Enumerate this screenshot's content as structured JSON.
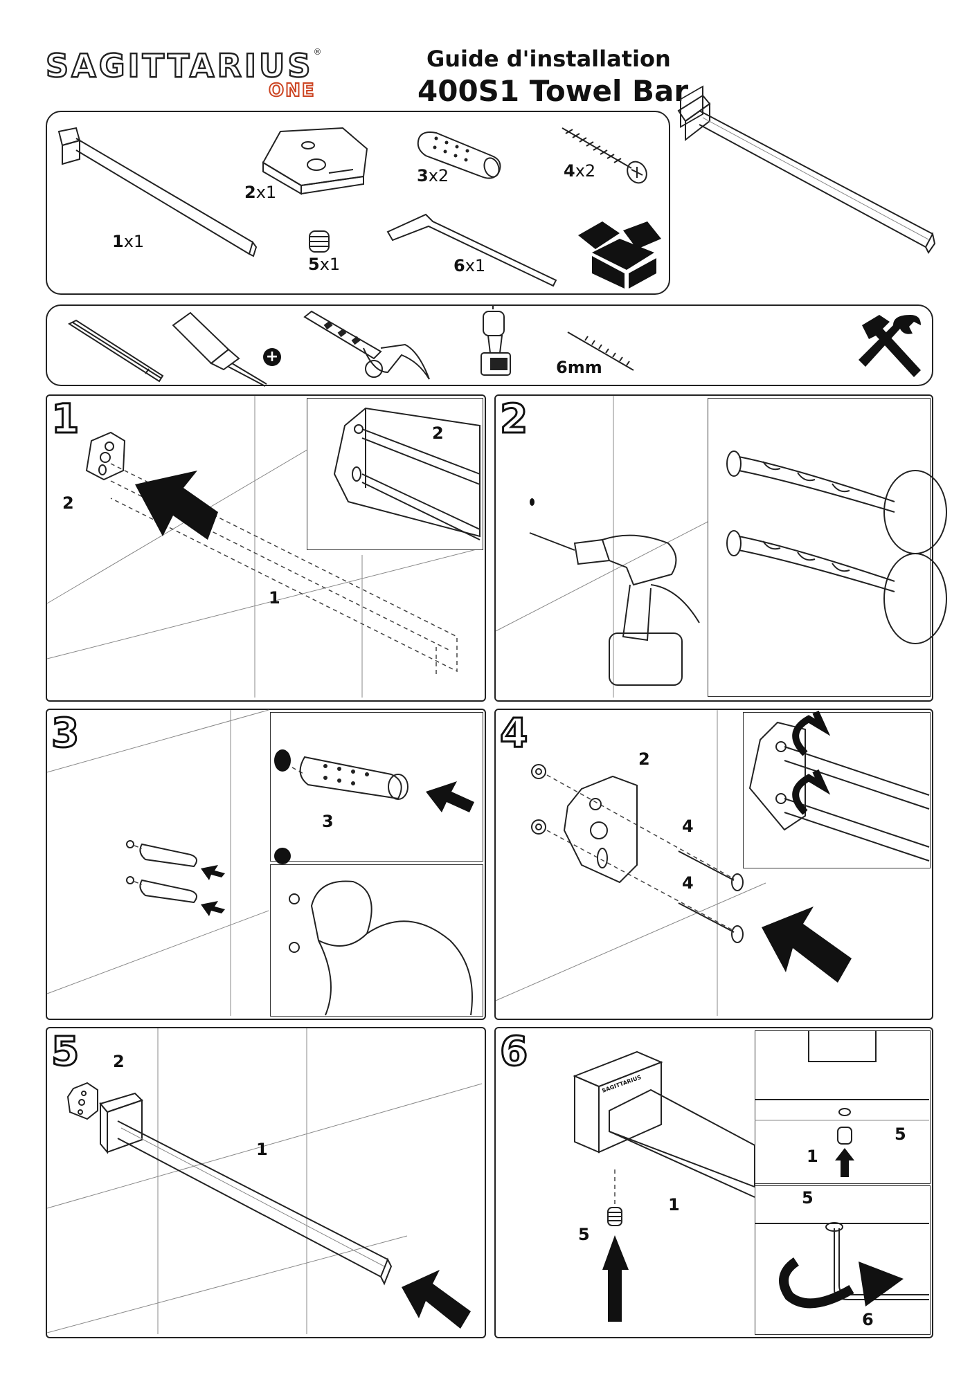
{
  "header": {
    "brand": "SAGITTARIUS",
    "brand_sub": "ONE",
    "registered": "®",
    "guide_title": "Guide d'installation",
    "model_title": "400S1 Towel Bar"
  },
  "parts": [
    {
      "num": "1",
      "qty": "x1",
      "icon": "towel-bar-icon"
    },
    {
      "num": "2",
      "qty": "x1",
      "icon": "mounting-bracket-icon"
    },
    {
      "num": "3",
      "qty": "x2",
      "icon": "wall-plug-icon"
    },
    {
      "num": "4",
      "qty": "x2",
      "icon": "screw-icon"
    },
    {
      "num": "5",
      "qty": "x1",
      "icon": "set-screw-icon"
    },
    {
      "num": "6",
      "qty": "x1",
      "icon": "hex-key-icon"
    }
  ],
  "tools": {
    "items": [
      "pencil-icon",
      "screwdriver-icon",
      "hammer-icon",
      "drill-icon",
      "drill-bit-icon",
      "tools-icon"
    ],
    "drill_size": "6mm",
    "plus_symbol": "+"
  },
  "steps": [
    {
      "num": "1",
      "labels": [
        "2",
        "1",
        "2"
      ]
    },
    {
      "num": "2",
      "labels": []
    },
    {
      "num": "3",
      "labels": [
        "3"
      ]
    },
    {
      "num": "4",
      "labels": [
        "2",
        "4",
        "4"
      ]
    },
    {
      "num": "5",
      "labels": [
        "2",
        "1"
      ]
    },
    {
      "num": "6",
      "labels": [
        "1",
        "5",
        "5",
        "1",
        "5",
        "6"
      ]
    }
  ],
  "step6_logo": "SAGITTARIUS"
}
